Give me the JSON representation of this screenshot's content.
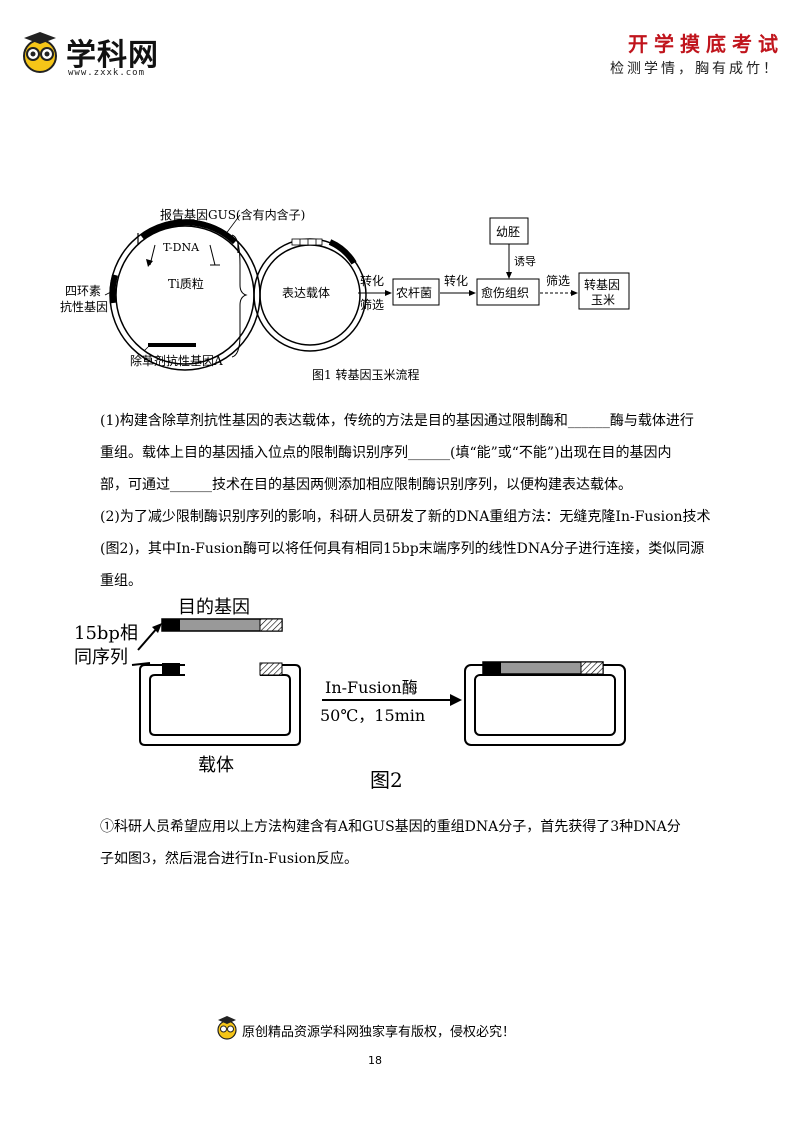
{
  "header": {
    "logo_text": "学科网",
    "logo_url": "www.zxxk.com",
    "slogan_main": "开学摸底考试",
    "slogan_sub": "检测学情，胸有成竹！"
  },
  "figure1": {
    "label_gus": "报告基因GUS(含有内含子)",
    "label_tdna": "T-DNA",
    "label_ti": "Ti质粒",
    "label_tetra1": "四环素",
    "label_tetra2": "抗性基因",
    "label_herb": "除草剂抗性基因A",
    "label_vector": "表达载体",
    "label_transform1": "转化",
    "label_screen1": "筛选",
    "label_agro": "农杆菌",
    "label_transform2": "转化",
    "label_callus": "愈伤组织",
    "label_embryo": "幼胚",
    "label_induce": "诱导",
    "label_screen2": "筛选",
    "label_corn1": "转基因",
    "label_corn2": "玉米",
    "caption": "图1  转基因玉米流程"
  },
  "text": {
    "q1_l1": "(1)构建含除草剂抗性基因的表达载体，传统的方法是目的基因通过限制酶和______酶与载体进行",
    "q1_l2": "重组。载体上目的基因插入位点的限制酶识别序列______(填“能”或“不能”)出现在目的基因内",
    "q1_l3": "部，可通过______技术在目的基因两侧添加相应限制酶识别序列，以便构建表达载体。",
    "q2_l1": "(2)为了减少限制酶识别序列的影响，科研人员研发了新的DNA重组方法：无缝克隆In-Fusion技术",
    "q2_l2": "(图2)，其中In-Fusion酶可以将任何具有相同15bp末端序列的线性DNA分子进行连接，类似同源",
    "q2_l3": "重组。",
    "q3_l1": "①科研人员希望应用以上方法构建含有A和GUS基因的重组DNA分子，首先获得了3种DNA分",
    "q3_l2": "子如图3，然后混合进行In-Fusion反应。"
  },
  "figure2": {
    "label_gene": "目的基因",
    "label_15bp1": "15bp相",
    "label_15bp2": "同序列",
    "label_enzyme": "In-Fusion酶",
    "label_cond": "50℃，15min",
    "label_vector": "载体",
    "caption": "图2"
  },
  "footer": {
    "copyright": "原创精品资源学科网独家享有版权，侵权必究！",
    "page_number": "18"
  }
}
